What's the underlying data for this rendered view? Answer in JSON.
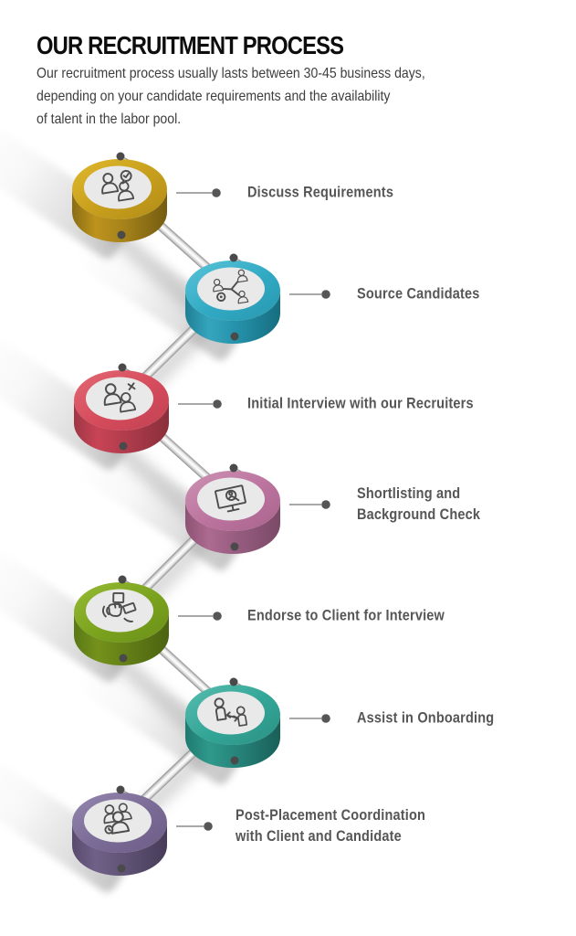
{
  "header": {
    "title": "OUR RECRUITMENT PROCESS",
    "subtitle": "Our recruitment process usually lasts between 30-45 business days,\ndepending on your candidate requirements and the availability\nof talent in the labor pool."
  },
  "steps": [
    {
      "label": "Discuss Requirements",
      "icon": "discussion-icon",
      "color": "#C79E1C"
    },
    {
      "label": "Source Candidates",
      "icon": "network-icon",
      "color": "#31A9C3"
    },
    {
      "label": "Initial Interview with our Recruiters",
      "icon": "interview-icon",
      "color": "#D54B5C"
    },
    {
      "label": "Shortlisting and\nBackground Check",
      "icon": "screening-icon",
      "color": "#BB739E"
    },
    {
      "label": "Endorse to Client for Interview",
      "icon": "handover-icon",
      "color": "#7AA21D"
    },
    {
      "label": "Assist in Onboarding",
      "icon": "onboarding-icon",
      "color": "#32A597"
    },
    {
      "label": "Post-Placement Coordination\nwith Client and Candidate",
      "icon": "group-icon",
      "color": "#7A6A96"
    }
  ]
}
